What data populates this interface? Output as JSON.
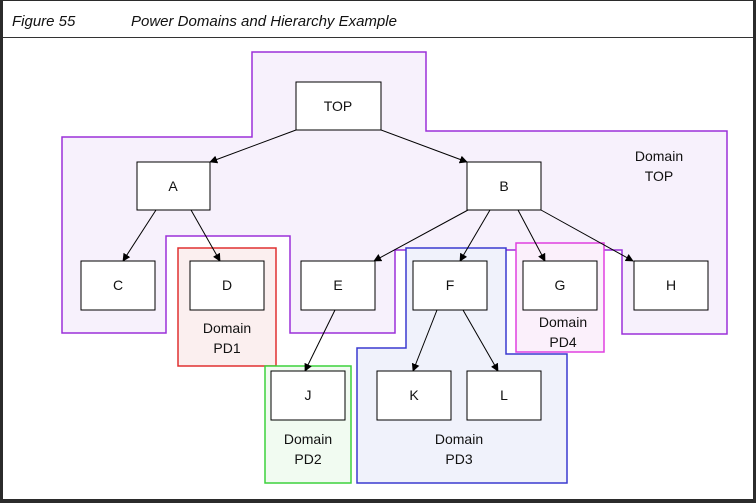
{
  "figure": {
    "number": "Figure 55",
    "title": "Power Domains and Hierarchy Example"
  },
  "nodes": {
    "top": "TOP",
    "a": "A",
    "b": "B",
    "c": "C",
    "d": "D",
    "e": "E",
    "f": "F",
    "g": "G",
    "h": "H",
    "j": "J",
    "k": "K",
    "l": "L"
  },
  "domains": {
    "top": {
      "line1": "Domain",
      "line2": "TOP",
      "color": "#9b30d9"
    },
    "pd1": {
      "line1": "Domain",
      "line2": "PD1",
      "color": "#e03030"
    },
    "pd2": {
      "line1": "Domain",
      "line2": "PD2",
      "color": "#3cd23c"
    },
    "pd3": {
      "line1": "Domain",
      "line2": "PD3",
      "color": "#3a3ad0"
    },
    "pd4": {
      "line1": "Domain",
      "line2": "PD4",
      "color": "#e040e0"
    }
  }
}
